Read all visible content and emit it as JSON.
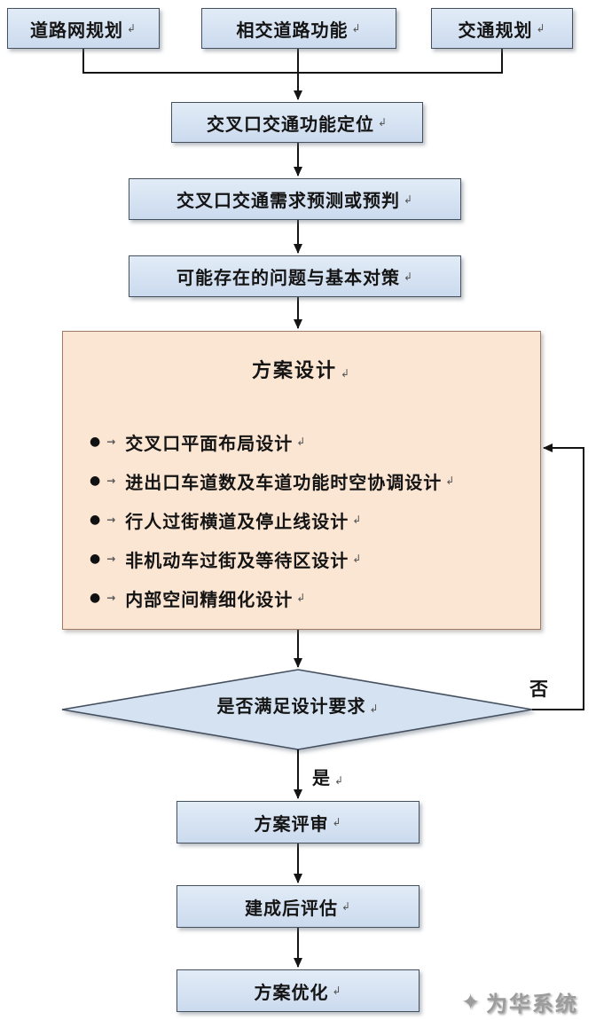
{
  "flowchart": {
    "top_row": [
      {
        "label": "道路网规划"
      },
      {
        "label": "相交道路功能"
      },
      {
        "label": "交通规划"
      }
    ],
    "sequence": [
      {
        "label": "交叉口交通功能定位"
      },
      {
        "label": "交叉口交通需求预测或预判"
      },
      {
        "label": "可能存在的问题与基本对策"
      }
    ],
    "design_box": {
      "title": "方案设计",
      "items": [
        "交叉口平面布局设计",
        "进出口车道数及车道功能时空协调设计",
        "行人过街横道及停止线设计",
        "非机动车过街及等待区设计",
        "内部空间精细化设计"
      ]
    },
    "decision": {
      "label": "是否满足设计要求",
      "yes_label": "是",
      "no_label": "否"
    },
    "bottom_sequence": [
      {
        "label": "方案评审"
      },
      {
        "label": "建成后评估"
      },
      {
        "label": "方案优化"
      }
    ],
    "marks": {
      "bullet": "●",
      "tab": "→",
      "paragraph": "↲"
    }
  },
  "watermark": {
    "text": "为华系统",
    "icon_glyph": "✦"
  },
  "colors": {
    "node_fill": "#d5e2f1",
    "node_border": "#44505e",
    "design_fill": "#fbe5d3",
    "design_border": "#9e7b69",
    "arrow": "#141414",
    "watermark_gray": "#9c9c9c"
  }
}
